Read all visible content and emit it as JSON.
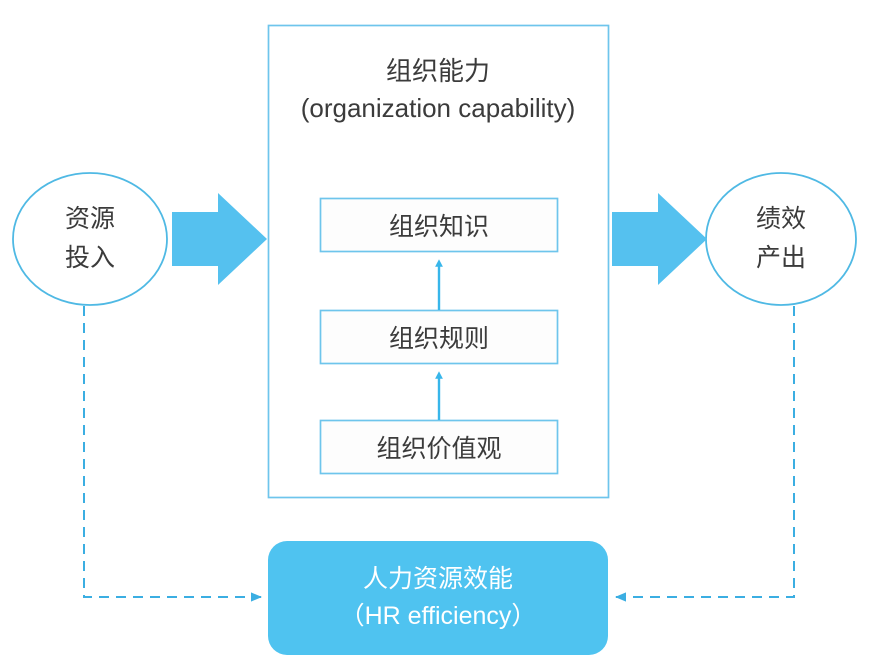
{
  "diagram": {
    "title_cn": "组织能力",
    "title_en": "(organization capability)",
    "input_node": {
      "line1": "资源",
      "line2": "投入"
    },
    "output_node": {
      "line1": "绩效",
      "line2": "产出"
    },
    "capability_layers": [
      {
        "label": "组织知识"
      },
      {
        "label": "组织规则"
      },
      {
        "label": "组织价值观"
      }
    ],
    "hr_box": {
      "line_cn": "人力资源效能",
      "line_en": "（HR efficiency）"
    },
    "colors": {
      "accent_blue": "#4FC1EF",
      "border_blue": "#5BBDEA",
      "fill_blue": "#4FC3F0",
      "text_dark": "#3b3b3b",
      "text_light": "#ffffff",
      "background": "#ffffff"
    },
    "connectors": [
      {
        "name": "input-to-capability",
        "style": "block-arrow",
        "direction": "right"
      },
      {
        "name": "capability-to-output",
        "style": "block-arrow",
        "direction": "right"
      },
      {
        "name": "values-to-rules",
        "style": "thin-arrow",
        "direction": "up"
      },
      {
        "name": "rules-to-knowledge",
        "style": "thin-arrow",
        "direction": "up"
      },
      {
        "name": "input-to-hr",
        "style": "dashed-arrow",
        "direction": "right"
      },
      {
        "name": "output-to-hr",
        "style": "dashed-arrow",
        "direction": "left"
      }
    ]
  }
}
